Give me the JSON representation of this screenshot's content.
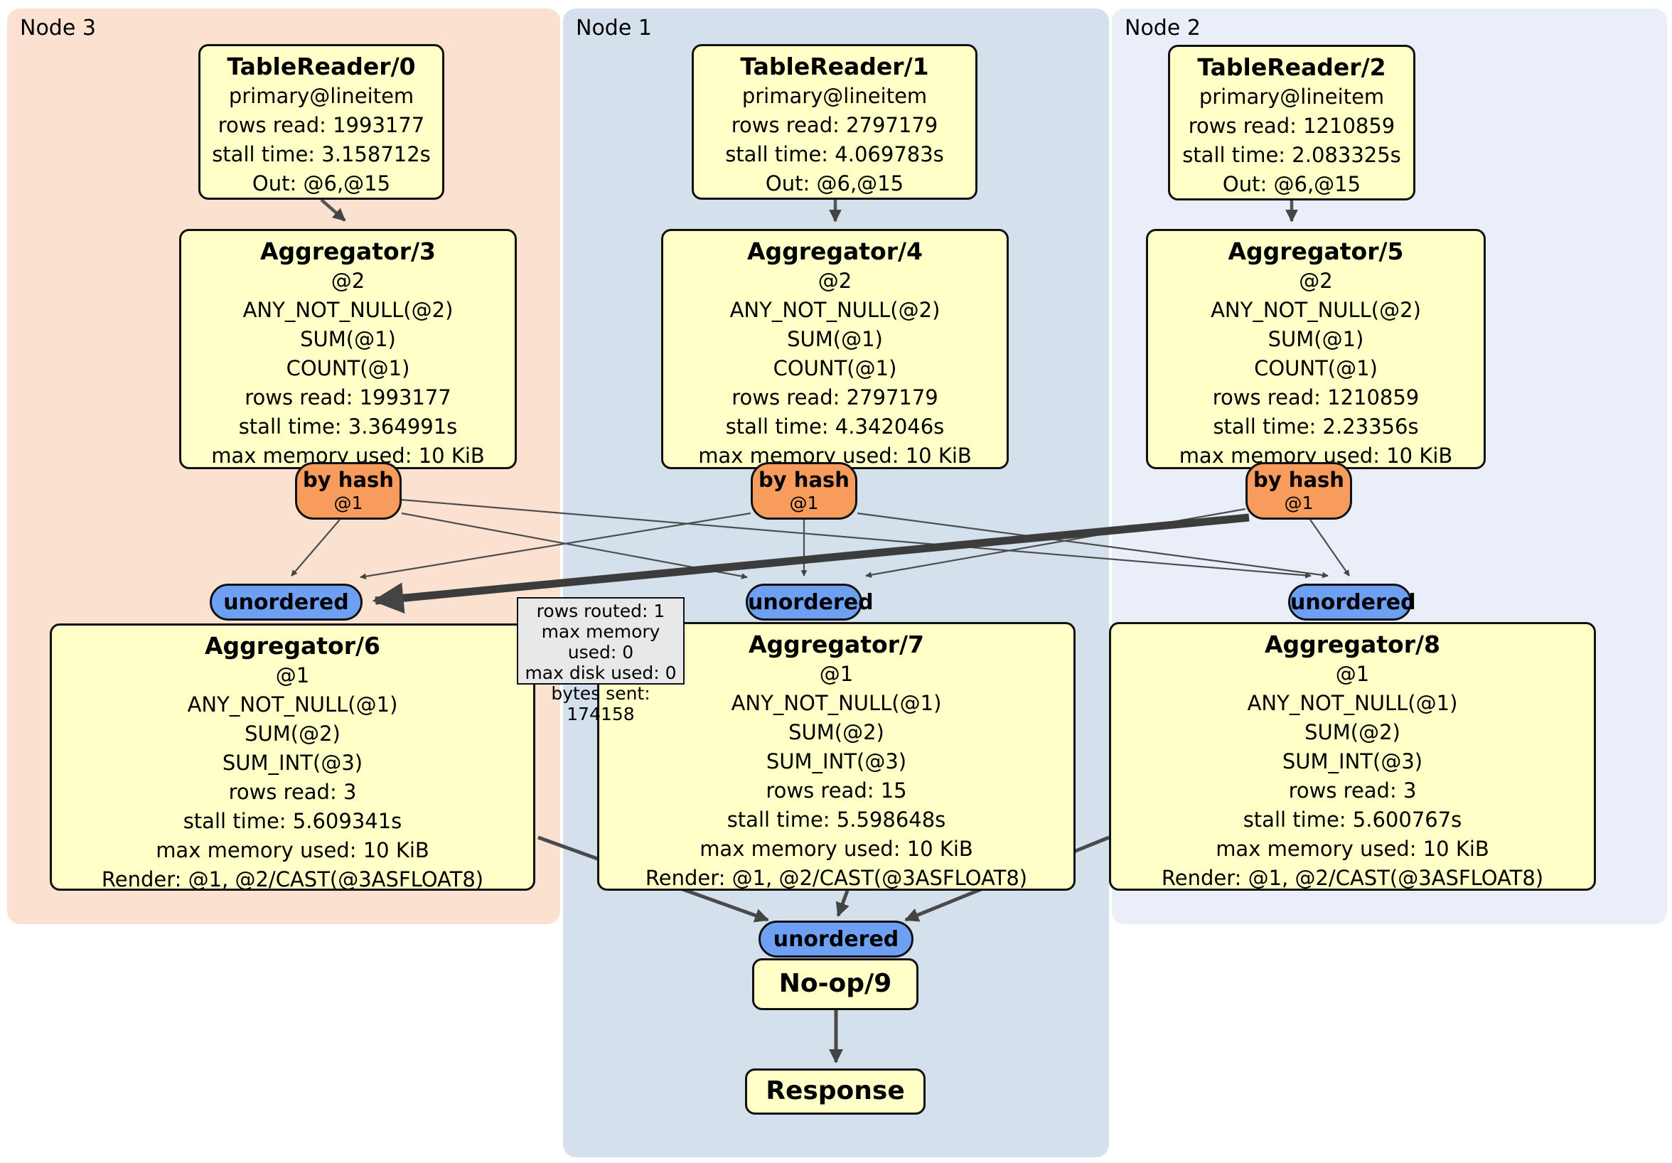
{
  "regions": {
    "node3": {
      "label": "Node 3"
    },
    "node1": {
      "label": "Node 1"
    },
    "node2": {
      "label": "Node 2"
    }
  },
  "nodes": {
    "tr0": {
      "title": "TableReader/0",
      "lines": [
        "primary@lineitem",
        "rows read: 1993177",
        "stall time: 3.158712s",
        "Out: @6,@15"
      ]
    },
    "tr1": {
      "title": "TableReader/1",
      "lines": [
        "primary@lineitem",
        "rows read: 2797179",
        "stall time: 4.069783s",
        "Out: @6,@15"
      ]
    },
    "tr2": {
      "title": "TableReader/2",
      "lines": [
        "primary@lineitem",
        "rows read: 1210859",
        "stall time: 2.083325s",
        "Out: @6,@15"
      ]
    },
    "agg3": {
      "title": "Aggregator/3",
      "lines": [
        "@2",
        "ANY_NOT_NULL(@2)",
        "SUM(@1)",
        "COUNT(@1)",
        "rows read: 1993177",
        "stall time: 3.364991s",
        "max memory used: 10 KiB"
      ]
    },
    "agg4": {
      "title": "Aggregator/4",
      "lines": [
        "@2",
        "ANY_NOT_NULL(@2)",
        "SUM(@1)",
        "COUNT(@1)",
        "rows read: 2797179",
        "stall time: 4.342046s",
        "max memory used: 10 KiB"
      ]
    },
    "agg5": {
      "title": "Aggregator/5",
      "lines": [
        "@2",
        "ANY_NOT_NULL(@2)",
        "SUM(@1)",
        "COUNT(@1)",
        "rows read: 1210859",
        "stall time: 2.23356s",
        "max memory used: 10 KiB"
      ]
    },
    "agg6": {
      "title": "Aggregator/6",
      "lines": [
        "@1",
        "ANY_NOT_NULL(@1)",
        "SUM(@2)",
        "SUM_INT(@3)",
        "rows read: 3",
        "stall time: 5.609341s",
        "max memory used: 10 KiB",
        "Render: @1, @2/CAST(@3ASFLOAT8)"
      ]
    },
    "agg7": {
      "title": "Aggregator/7",
      "lines": [
        "@1",
        "ANY_NOT_NULL(@1)",
        "SUM(@2)",
        "SUM_INT(@3)",
        "rows read: 15",
        "stall time: 5.598648s",
        "max memory used: 10 KiB",
        "Render: @1, @2/CAST(@3ASFLOAT8)"
      ]
    },
    "agg8": {
      "title": "Aggregator/8",
      "lines": [
        "@1",
        "ANY_NOT_NULL(@1)",
        "SUM(@2)",
        "SUM_INT(@3)",
        "rows read: 3",
        "stall time: 5.600767s",
        "max memory used: 10 KiB",
        "Render: @1, @2/CAST(@3ASFLOAT8)"
      ]
    },
    "noop": {
      "title": "No-op/9"
    },
    "response": {
      "title": "Response"
    }
  },
  "router": {
    "label": "by hash",
    "arg": "@1"
  },
  "sync": {
    "label": "unordered"
  },
  "tooltip": {
    "lines": [
      "rows routed: 1",
      "max memory used: 0",
      "max disk used: 0",
      "bytes sent: 174158"
    ]
  },
  "colors": {
    "processor_fill": "#ffffc8",
    "router_fill": "#f89c5e",
    "sync_fill": "#6d9ff2",
    "region_node3": "#fbe2d0",
    "region_node1": "#d4e1ed",
    "region_node2": "#e9eef8",
    "edge": "#4d4d4d",
    "edge_highlight": "#3c3c3c",
    "tooltip_fill": "#e8e8e8"
  }
}
